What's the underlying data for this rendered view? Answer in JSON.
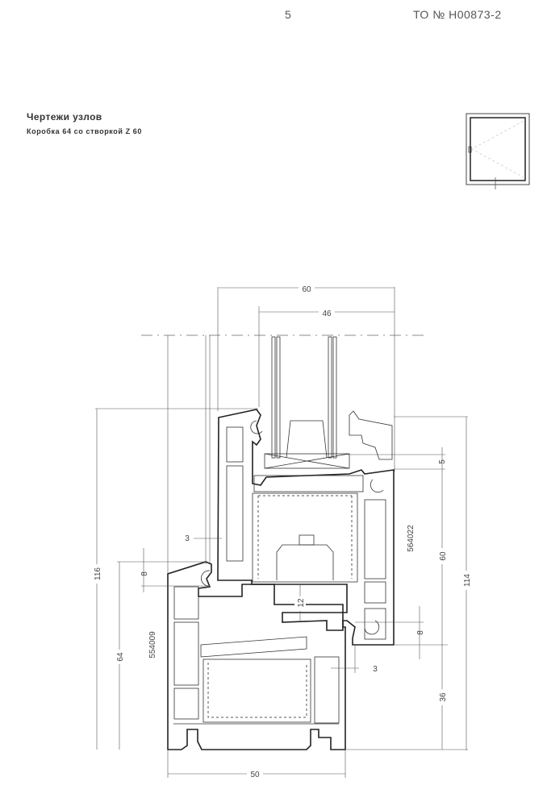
{
  "header": {
    "page_number": "5",
    "doc_code": "ТО № Н00873-2"
  },
  "title": "Чертежи узлов",
  "subtitle": "Коробка 64 со створкой Z 60",
  "dimensions": {
    "sash_width": "60",
    "glass_width": "46",
    "gap_top": "5",
    "offset_left": "3",
    "lip_left": "8",
    "total_height_left": "116",
    "frame_height": "64",
    "frame_profile": "554009",
    "sash_profile": "564022",
    "overlap": "12",
    "sash_height": "60",
    "total_height_right": "114",
    "lip_right": "8",
    "offset_right": "3",
    "frame_lower": "36",
    "frame_width": "50"
  }
}
